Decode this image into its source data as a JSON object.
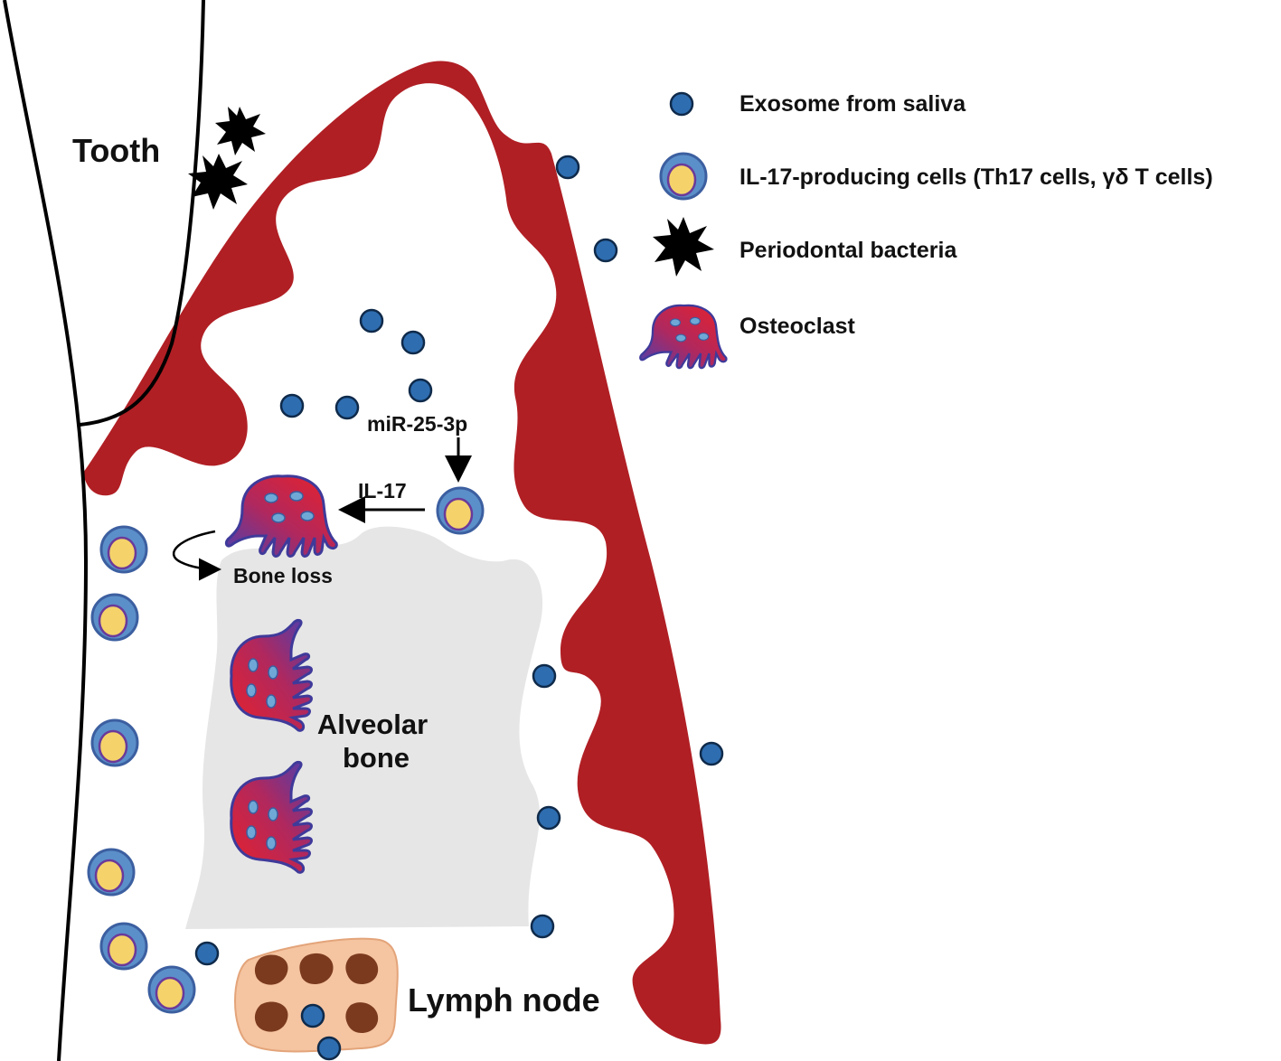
{
  "labels": {
    "tooth": "Tooth",
    "alveolar_bone_line1": "Alveolar",
    "alveolar_bone_line2": "bone",
    "lymph_node": "Lymph node",
    "mirna": "miR-25-3p",
    "il17": "IL-17",
    "bone_loss": "Bone loss"
  },
  "legend": [
    {
      "icon": "exosome-icon",
      "label": "Exosome from saliva"
    },
    {
      "icon": "il17-cell-icon",
      "label": "IL-17-producing cells (Th17 cells, γδ T cells)"
    },
    {
      "icon": "bacteria-icon",
      "label": "Periodontal bacteria"
    },
    {
      "icon": "osteoclast-icon",
      "label": "Osteoclast"
    }
  ],
  "colors": {
    "gingiva": "#b01f24",
    "bone": "#e6e6e6",
    "lymph_node": "#f5c4a0",
    "lymph_follicle": "#7b3a1e",
    "exosome": "#2e6db0",
    "il17_cell_outer": "#5b8fc9",
    "il17_cell_inner": "#f5d36a",
    "osteoclast_red": "#e8212b",
    "osteoclast_purple": "#5a3aa8"
  }
}
